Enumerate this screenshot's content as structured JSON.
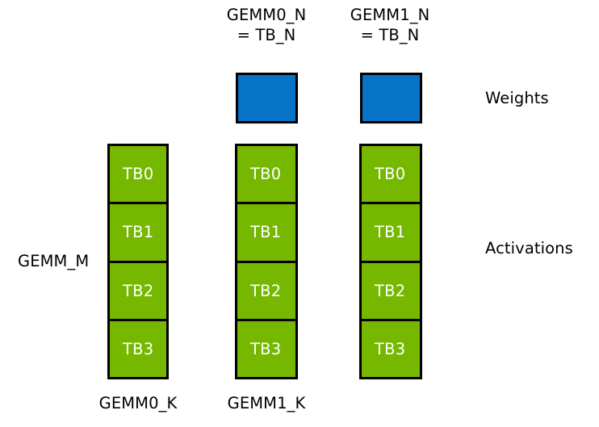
{
  "diagram": {
    "title_labels": {
      "gemm0_n": "GEMM0_N\n= TB_N",
      "gemm1_n": "GEMM1_N\n= TB_N"
    },
    "side_labels": {
      "weights": "Weights",
      "activations": "Activations",
      "gemm_m": "GEMM_M"
    },
    "bottom_labels": {
      "gemm0_k": "GEMM0_K",
      "gemm1_k": "GEMM1_K"
    },
    "colors": {
      "weights_fill": "#0874C7",
      "activations_fill": "#76B800",
      "outline": "#000000",
      "cell_text": "#ffffff",
      "background": "#ffffff"
    },
    "weight_blocks": [
      {
        "name": "gemm0-weight-block",
        "label": ""
      },
      {
        "name": "gemm1-weight-block",
        "label": ""
      }
    ],
    "activation_columns": [
      {
        "name": "gemm_m-activation-column",
        "cells": [
          "TB0",
          "TB1",
          "TB2",
          "TB3"
        ]
      },
      {
        "name": "gemm0_k-activation-column",
        "cells": [
          "TB0",
          "TB1",
          "TB2",
          "TB3"
        ]
      },
      {
        "name": "gemm1_k-activation-column",
        "cells": [
          "TB0",
          "TB1",
          "TB2",
          "TB3"
        ]
      }
    ]
  }
}
